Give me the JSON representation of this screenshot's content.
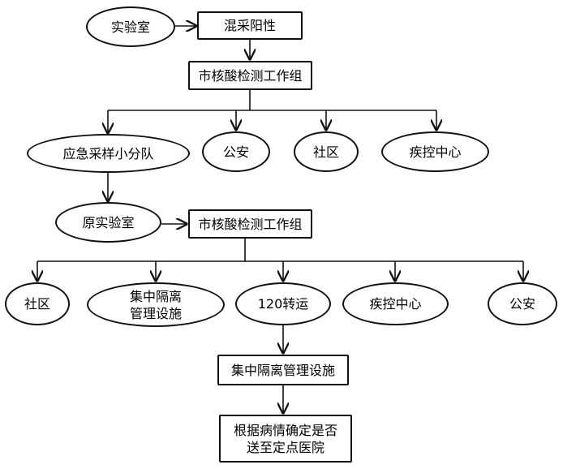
{
  "nodes": {
    "lab": "实验室",
    "mixed_positive": "混采阳性",
    "city_group_1": "市核酸检测工作组",
    "sampling_team": "应急采样小分队",
    "police_1": "公安",
    "community_1": "社区",
    "cdc_1": "疾控中心",
    "original_lab": "原实验室",
    "city_group_2": "市核酸检测工作组",
    "community_2": "社区",
    "quarantine_facility": "集中隔离\n管理设施",
    "transfer_120": "120转运",
    "cdc_2": "疾控中心",
    "police_2": "公安",
    "quarantine_box": "集中隔离管理设施",
    "decision": "根据病情确定是否\n送至定点医院"
  },
  "colors": {
    "line": "#111111",
    "fill": "#ffffff",
    "text": "#000000"
  }
}
